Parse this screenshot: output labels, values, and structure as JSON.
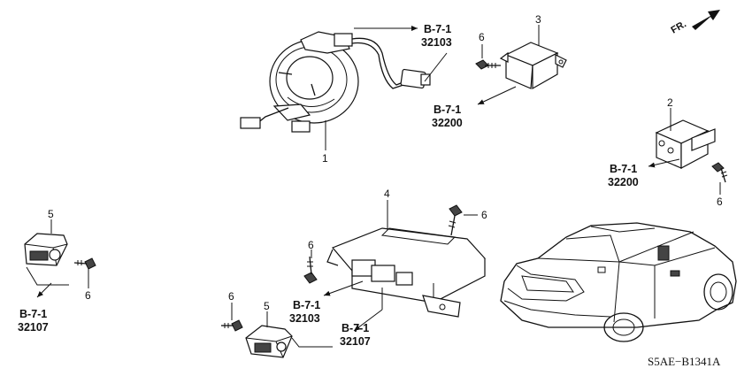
{
  "diagram": {
    "code": "S5AE−B1341A",
    "front_indicator": "FR.",
    "parts": [
      {
        "id": "part-1",
        "number": "1"
      },
      {
        "id": "part-2",
        "number": "2"
      },
      {
        "id": "part-3",
        "number": "3"
      },
      {
        "id": "part-4",
        "number": "4"
      },
      {
        "id": "part-5a",
        "number": "5"
      },
      {
        "id": "part-5b",
        "number": "5"
      }
    ],
    "bolts": [
      {
        "id": "bolt-a",
        "number": "6"
      },
      {
        "id": "bolt-b",
        "number": "6"
      },
      {
        "id": "bolt-c",
        "number": "6"
      },
      {
        "id": "bolt-d",
        "number": "6"
      },
      {
        "id": "bolt-e",
        "number": "6"
      },
      {
        "id": "bolt-f",
        "number": "6"
      }
    ],
    "references": [
      {
        "id": "ref-a",
        "section": "B-7-1",
        "part": "32103"
      },
      {
        "id": "ref-b",
        "section": "B-7-1",
        "part": "32200"
      },
      {
        "id": "ref-c",
        "section": "B-7-1",
        "part": "32200"
      },
      {
        "id": "ref-d",
        "section": "B-7-1",
        "part": "32107"
      },
      {
        "id": "ref-e",
        "section": "B-7-1",
        "part": "32103"
      },
      {
        "id": "ref-f",
        "section": "B-7-1",
        "part": "32107"
      }
    ]
  }
}
